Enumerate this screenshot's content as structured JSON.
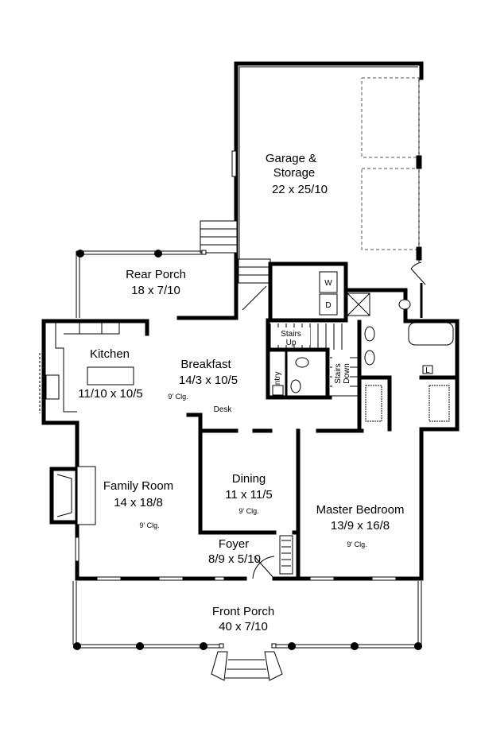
{
  "plan": {
    "rooms": [
      {
        "id": "garage",
        "name_line1": "Garage &",
        "name_line2": "Storage",
        "dims": "22 x 25/10"
      },
      {
        "id": "rear-porch",
        "name": "Rear Porch",
        "dims": "18 x 7/10"
      },
      {
        "id": "kitchen",
        "name": "Kitchen",
        "dims": "11/10 x 10/5"
      },
      {
        "id": "breakfast",
        "name": "Breakfast",
        "dims": "14/3 x 10/5",
        "ceiling": "9' Clg."
      },
      {
        "id": "family-room",
        "name": "Family Room",
        "dims": "14 x 18/8",
        "ceiling": "9' Clg."
      },
      {
        "id": "dining",
        "name": "Dining",
        "dims": "11 x 11/5",
        "ceiling": "9' Clg."
      },
      {
        "id": "foyer",
        "name": "Foyer",
        "dims": "8/9 x 5/10"
      },
      {
        "id": "master-bedroom",
        "name": "Master Bedroom",
        "dims": "13/9 x 16/8",
        "ceiling": "9' Clg."
      },
      {
        "id": "front-porch",
        "name": "Front Porch",
        "dims": "40 x 7/10"
      }
    ],
    "labels": {
      "washer": "W",
      "dryer": "D",
      "stairs_up_1": "Stairs",
      "stairs_up_2": "Up",
      "stairs_down_1": "Stairs",
      "stairs_down_2": "Down",
      "pantry": "Pantry",
      "desk": "Desk",
      "linen": "L"
    }
  }
}
